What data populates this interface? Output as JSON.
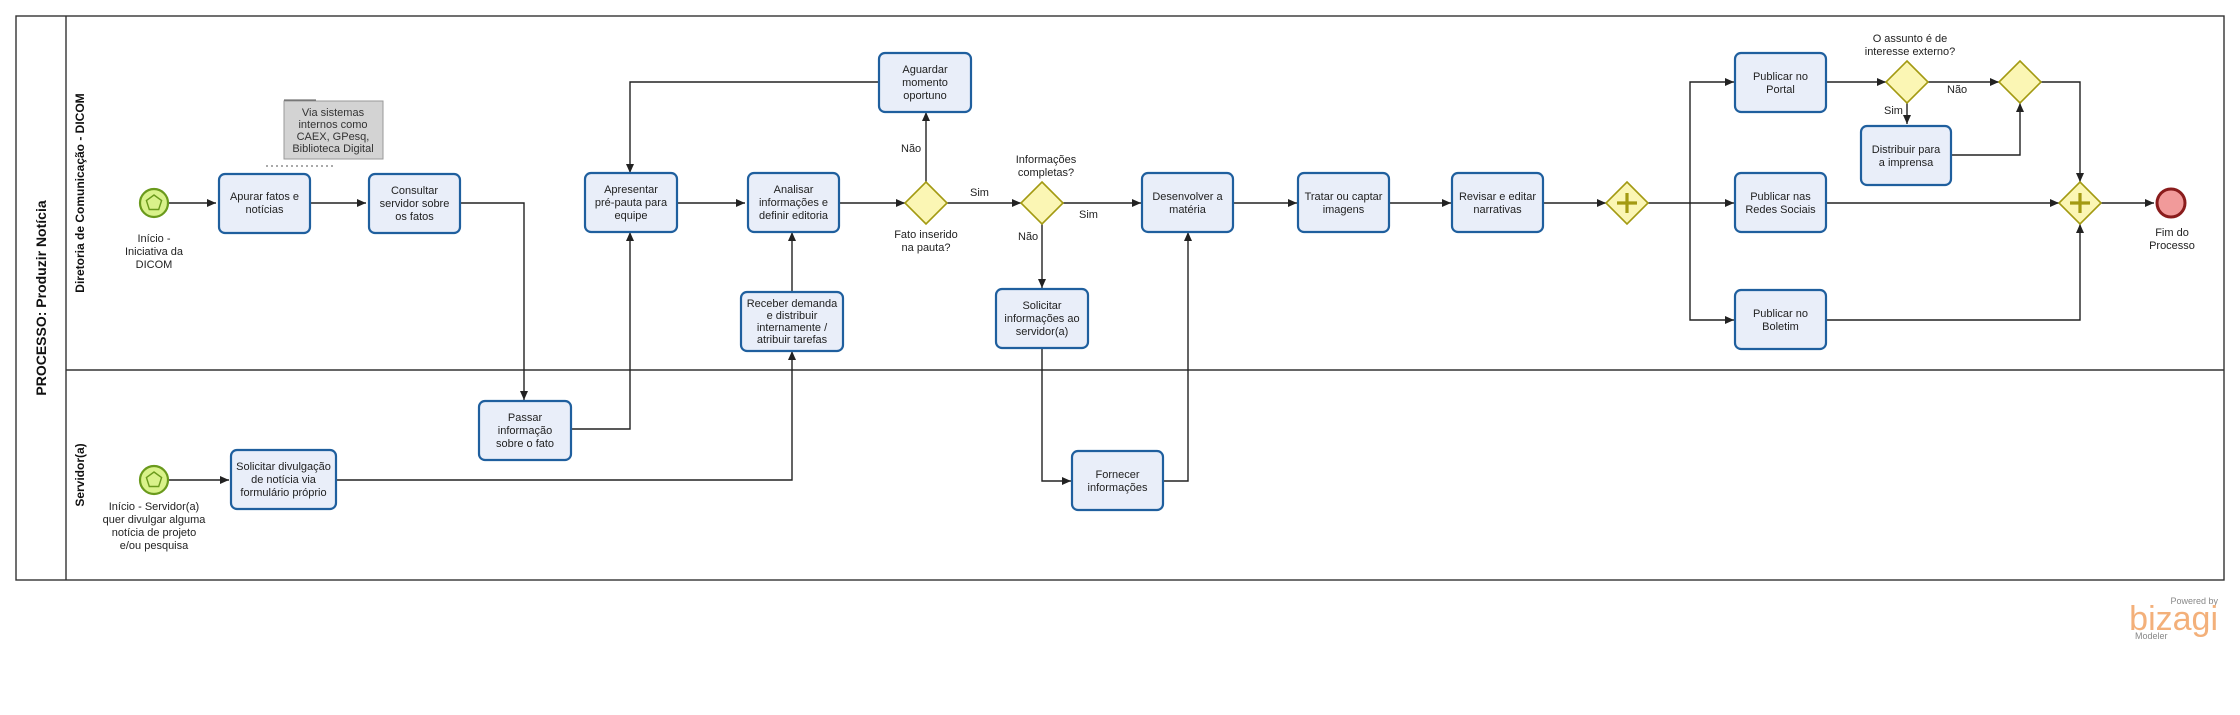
{
  "pool": {
    "title": "PROCESSO: Produzir Notícia"
  },
  "lanes": [
    {
      "title": "Diretoria de Comunicação - DICOM"
    },
    {
      "title": "Servidor(a)"
    }
  ],
  "events": {
    "start_dicom": [
      "Início -",
      "Iniciativa da",
      "DICOM"
    ],
    "start_servidor": [
      "Início - Servidor(a)",
      "quer divulgar alguma",
      "notícia de  projeto",
      "e/ou pesquisa"
    ],
    "end": [
      "Fim do",
      "Processo"
    ]
  },
  "annotation": [
    "Via sistemas",
    "internos como",
    "CAEX, GPesq,",
    "Biblioteca Digital"
  ],
  "tasks": {
    "apurar": [
      "Apurar fatos e",
      "notícias"
    ],
    "consultar": [
      "Consultar",
      "servidor sobre",
      "os fatos"
    ],
    "apresentar": [
      "Apresentar",
      "pré-pauta para",
      "equipe"
    ],
    "analisar": [
      "Analisar",
      "informações e",
      "definir editoria"
    ],
    "aguardar": [
      "Aguardar",
      "momento",
      "oportuno"
    ],
    "receber": [
      "Receber demanda",
      "e distribuir",
      "internamente /",
      "atribuir tarefas"
    ],
    "solicitar_info": [
      "Solicitar",
      "informações ao",
      "servidor(a)"
    ],
    "desenvolver": [
      "Desenvolver a",
      "matéria"
    ],
    "tratar": [
      "Tratar ou captar",
      "imagens"
    ],
    "revisar": [
      "Revisar e editar",
      "narrativas"
    ],
    "portal": [
      "Publicar no",
      "Portal"
    ],
    "distribuir": [
      "Distribuir para",
      "a imprensa"
    ],
    "redes": [
      "Publicar nas",
      "Redes Sociais"
    ],
    "boletim": [
      "Publicar no",
      "Boletim"
    ],
    "passar": [
      "Passar",
      "informação",
      "sobre o fato"
    ],
    "solicitar_div": [
      "Solicitar divulgação",
      "de notícia via",
      "formulário próprio"
    ],
    "fornecer": [
      "Fornecer",
      "informações"
    ]
  },
  "gateways": {
    "fato_inserido": [
      "Fato inserido",
      "na pauta?"
    ],
    "info_completas": [
      "Informações",
      "completas?"
    ],
    "assunto_externo": [
      "O assunto é de",
      "interesse externo?"
    ]
  },
  "flow_labels": {
    "nao_aguardar": "Não",
    "sim_fato": "Sim",
    "sim_info": "Sim",
    "nao_info": "Não",
    "sim_externo": "Sim",
    "nao_externo": "Não"
  },
  "branding": {
    "powered_by": "Powered by",
    "brand": "bizagi",
    "product": "Modeler"
  },
  "colors": {
    "task_fill": "#e9eef9",
    "task_stroke": "#1f5f9e",
    "gateway_fill": "#fbf6b4",
    "start_fill": "#d9f28a",
    "start_stroke": "#6a9a1c",
    "end_fill": "#f19a9a",
    "end_stroke": "#8a1c1c"
  }
}
